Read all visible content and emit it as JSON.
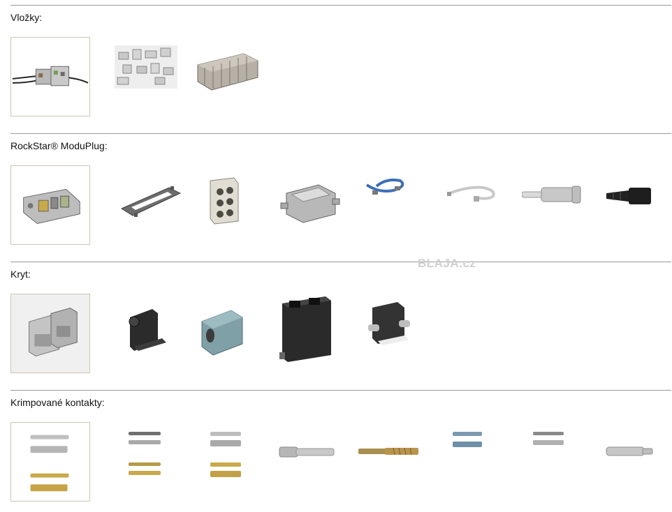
{
  "watermark": "BLAJA.cz",
  "sections": [
    {
      "title": "Vložky:",
      "items": [
        "insert-connector-pair-icon",
        "insert-modules-set-icon",
        "insert-terminal-block-icon"
      ]
    },
    {
      "title": "RockStar® ModuPlug:",
      "items": [
        "moduplug-insert-icon",
        "mounting-frame-icon",
        "module-insert-icon",
        "module-frame-icon",
        "blue-cable-icon",
        "grey-cable-icon",
        "pin-contact-icon",
        "black-adapter-icon"
      ]
    },
    {
      "title": "Kryt:",
      "items": [
        "housing-pair-icon",
        "black-housing-icon",
        "grey-hood-icon",
        "large-black-hood-icon",
        "black-lever-housing-icon"
      ]
    },
    {
      "title": "Krimpované kontakty:",
      "items": [
        "crimp-contacts-set-icon",
        "crimp-pins-silver-gold-icon",
        "crimp-sockets-silver-gold-icon",
        "large-crimp-pin-icon",
        "gold-spring-contact-icon",
        "blue-grey-contacts-icon",
        "small-silver-contacts-icon",
        "socket-contact-icon"
      ]
    }
  ],
  "colors": {
    "rule": "#9a9a9a",
    "frame": "#cfc6b4",
    "watermark": "#cfcfcf"
  }
}
